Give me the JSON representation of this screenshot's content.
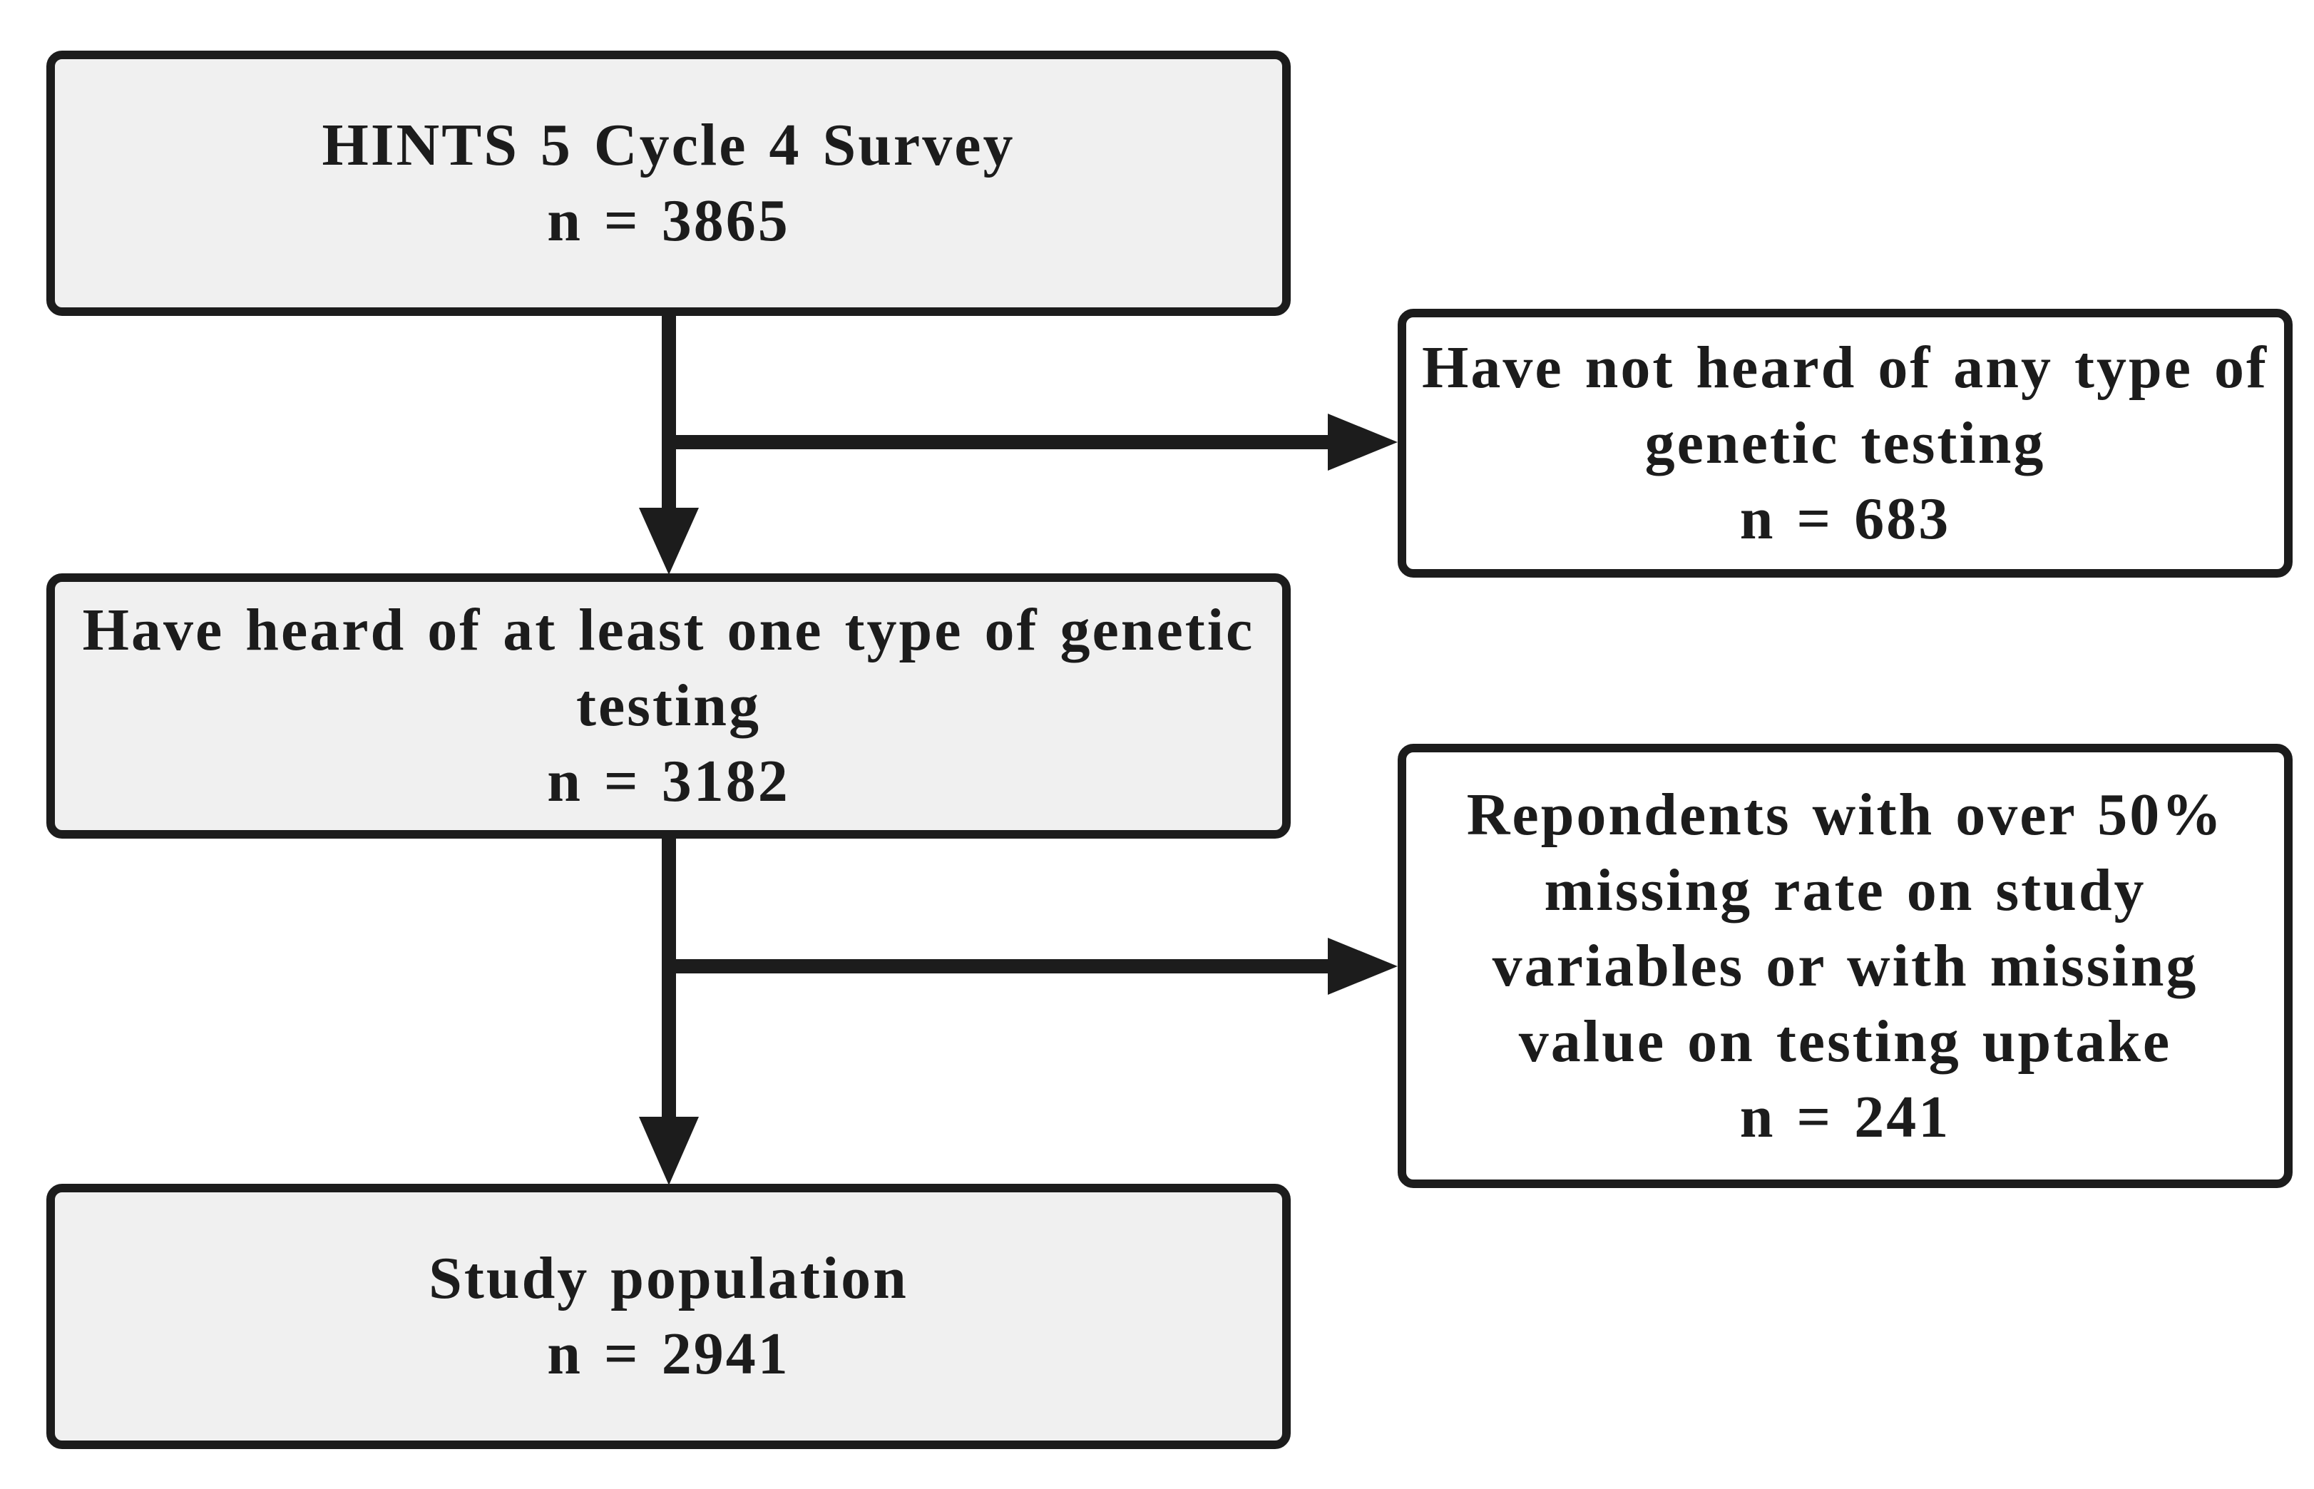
{
  "flowchart": {
    "boxes": {
      "survey": {
        "title": "HINTS 5 Cycle 4 Survey",
        "count": "n = 3865"
      },
      "not_heard": {
        "title_lines": [
          "Have not heard of any type of",
          "genetic testing"
        ],
        "count": "n = 683"
      },
      "heard": {
        "title_lines": [
          "Have heard of at least one type of genetic",
          "testing"
        ],
        "count": "n = 3182"
      },
      "missing": {
        "title_lines": [
          "Repondents with over 50%",
          "missing rate on study",
          "variables or with missing",
          "value on testing uptake"
        ],
        "count": "n = 241"
      },
      "study": {
        "title": "Study population",
        "count": "n = 2941"
      }
    },
    "colors": {
      "stroke": "#1c1c1c",
      "main_box_fill": "#f0f0f0",
      "exclusion_box_fill": "#ffffff"
    }
  }
}
